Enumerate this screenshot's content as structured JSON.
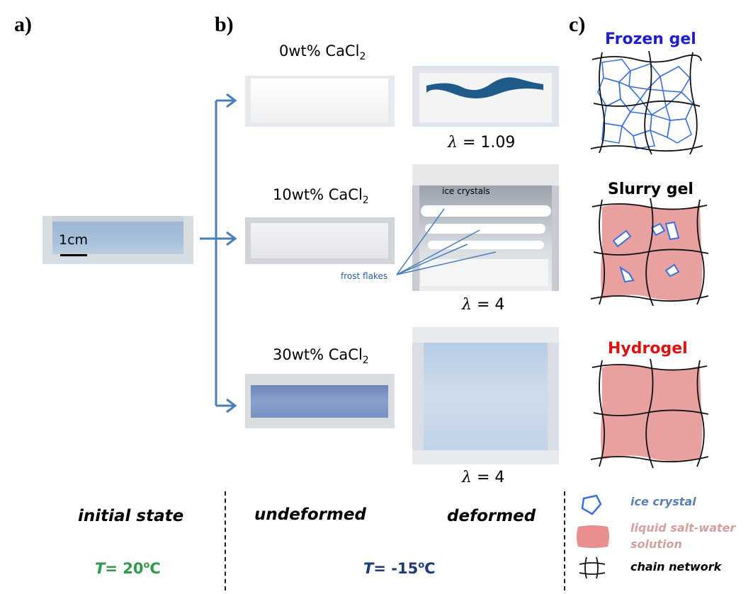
{
  "panels": {
    "a": "a)",
    "b": "b)",
    "c": "c)"
  },
  "panel_a": {
    "scale_bar": "1cm"
  },
  "panel_b": {
    "rows": [
      {
        "concentration": "0wt% CaCl",
        "subscript": "2",
        "lambda_symbol": "λ",
        "lambda_text": " = 1.09"
      },
      {
        "concentration": "10wt% CaCl",
        "subscript": "2",
        "lambda_symbol": "λ",
        "lambda_text": " = 4"
      },
      {
        "concentration": "30wt% CaCl",
        "subscript": "2",
        "lambda_symbol": "λ",
        "lambda_text": " = 4"
      }
    ],
    "annotations": {
      "ice_crystals": "ice crystals",
      "frost_flakes": "frost flakes"
    }
  },
  "panel_c": {
    "frozen_title": "Frozen gel",
    "slurry_title": "Slurry gel",
    "hydro_title": "Hydrogel"
  },
  "bottom": {
    "initial_state": "initial state",
    "undeformed": "undeformed",
    "deformed": "deformed",
    "temp_initial_prefix": "T",
    "temp_initial_value": "= 20",
    "temp_initial_sup": "o",
    "temp_initial_unit": "C",
    "temp_cold_prefix": "T",
    "temp_cold_value": "= -15",
    "temp_cold_sup": "o",
    "temp_cold_unit": "C"
  },
  "legend": {
    "ice_crystal": "ice crystal",
    "liquid": "liquid salt-water solution",
    "chain": "chain network"
  },
  "colors": {
    "arrow": "#4a7ebb",
    "frozen_title": "#1f1fc8",
    "hydro_title": "#e01010",
    "gel_fill": "#e8a0a0",
    "ice_stroke": "#3a6fe0",
    "legend_ice": "#5a7fb5",
    "legend_liquid": "#d4a0a0",
    "temp_green": "#2e9a4a",
    "temp_navy": "#1e3a78"
  }
}
